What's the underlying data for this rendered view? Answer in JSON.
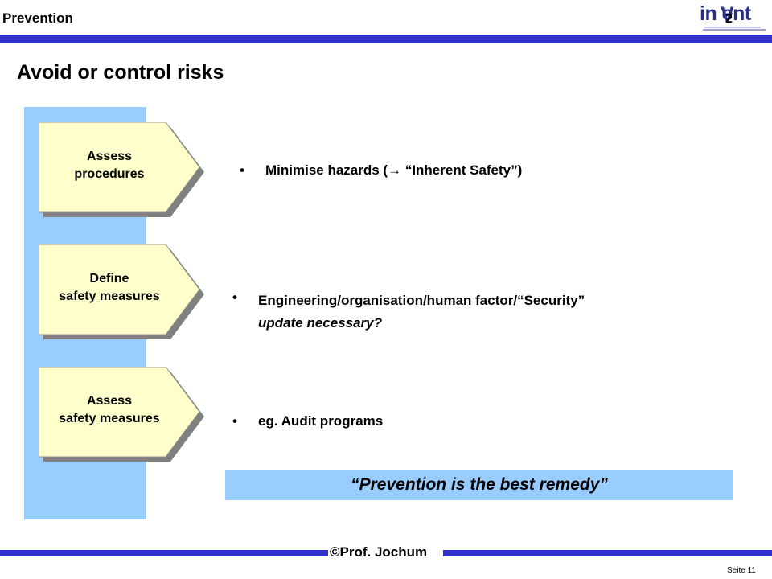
{
  "header": {
    "section_title": "Prevention",
    "logo": {
      "word": "in  ent",
      "v_glyph": "V",
      "superscript": "2"
    }
  },
  "page_title": "Avoid or control risks",
  "steps": [
    {
      "label": "Assess\nprocedures"
    },
    {
      "label": "Define\nsafety measures"
    },
    {
      "label": "Assess\nsafety measures"
    }
  ],
  "bullets": {
    "b1": {
      "text": "Minimise hazards (→ “Inherent Safety”)"
    },
    "b2": {
      "line1": "Engineering/organisation/human factor/“Security”",
      "line2": "update necessary?"
    },
    "b3": {
      "text": "eg.  Audit programs"
    }
  },
  "remedy": "“Prevention is the best remedy”",
  "footer": {
    "copyright": "©Prof. Jochum",
    "page": "Seite 11"
  },
  "colors": {
    "accent_bar": "#3232c8",
    "light_blue": "#99ccff",
    "shape_fill": "#ffffcc",
    "shadow": "#808080"
  }
}
